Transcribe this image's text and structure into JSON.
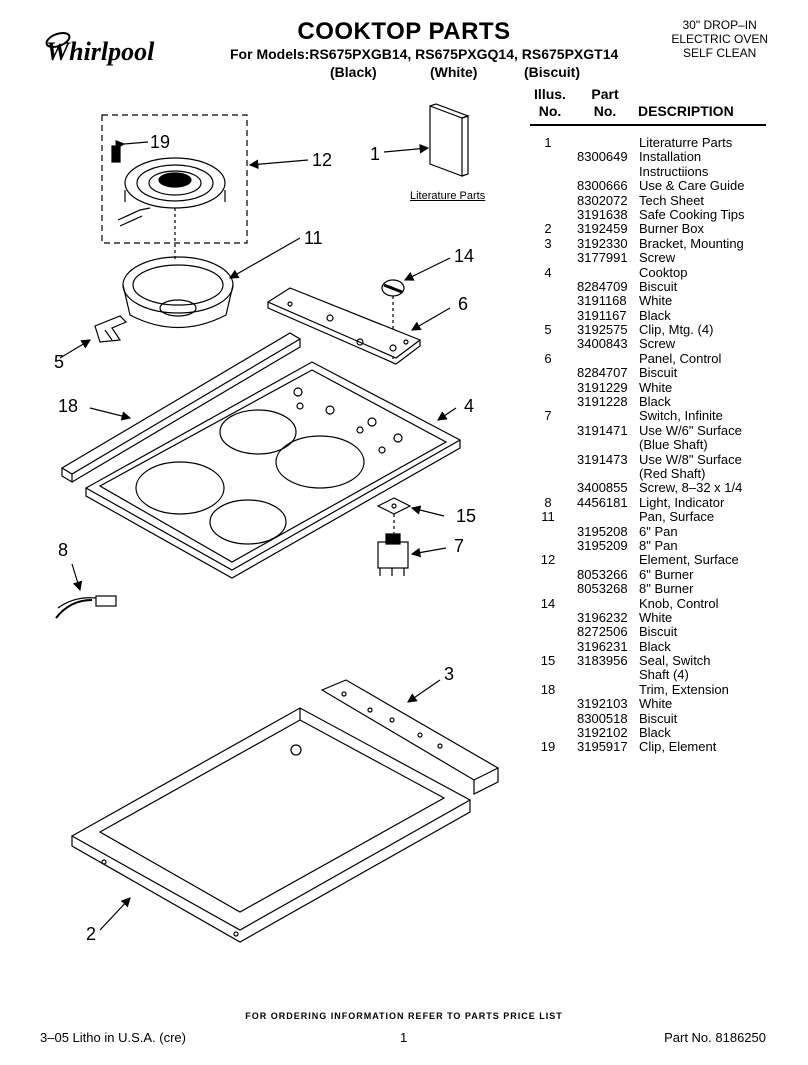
{
  "brand": "Whirlpool",
  "title": "COOKTOP PARTS",
  "models_line": "For Models:RS675PXGB14, RS675PXGQ14, RS675PXGT14",
  "colors": [
    "(Black)",
    "(White)",
    "(Biscuit)"
  ],
  "oven_type": [
    "30\" DROP–IN",
    "ELECTRIC OVEN",
    "SELF CLEAN"
  ],
  "table_headers": {
    "illus_1": "Illus.",
    "illus_2": "No.",
    "part_1": "Part",
    "part_2": "No.",
    "description": "DESCRIPTION"
  },
  "parts": [
    {
      "illus": "1",
      "part": "",
      "desc": "Literaturre Parts"
    },
    {
      "illus": "",
      "part": "8300649",
      "desc": "Installation"
    },
    {
      "illus": "",
      "part": "",
      "desc": "Instructiions"
    },
    {
      "illus": "",
      "part": "8300666",
      "desc": "Use & Care Guide"
    },
    {
      "illus": "",
      "part": "8302072",
      "desc": "Tech Sheet"
    },
    {
      "illus": "",
      "part": "3191638",
      "desc": "Safe Cooking Tips"
    },
    {
      "illus": "2",
      "part": "3192459",
      "desc": "Burner Box"
    },
    {
      "illus": "3",
      "part": "3192330",
      "desc": "Bracket, Mounting"
    },
    {
      "illus": "",
      "part": "3177991",
      "desc": "Screw"
    },
    {
      "illus": "4",
      "part": "",
      "desc": "Cooktop"
    },
    {
      "illus": "",
      "part": "8284709",
      "desc": "Biscuit"
    },
    {
      "illus": "",
      "part": "3191168",
      "desc": "White"
    },
    {
      "illus": "",
      "part": "3191167",
      "desc": "Black"
    },
    {
      "illus": "5",
      "part": "3192575",
      "desc": "Clip, Mtg. (4)"
    },
    {
      "illus": "",
      "part": "3400843",
      "desc": "Screw"
    },
    {
      "illus": "6",
      "part": "",
      "desc": "Panel, Control"
    },
    {
      "illus": "",
      "part": "8284707",
      "desc": "Biscuit"
    },
    {
      "illus": "",
      "part": "3191229",
      "desc": "White"
    },
    {
      "illus": "",
      "part": "3191228",
      "desc": "Black"
    },
    {
      "illus": "7",
      "part": "",
      "desc": "Switch, Infinite"
    },
    {
      "illus": "",
      "part": "3191471",
      "desc": "Use W/6\" Surface"
    },
    {
      "illus": "",
      "part": "",
      "desc": "(Blue Shaft)"
    },
    {
      "illus": "",
      "part": "3191473",
      "desc": "Use W/8\" Surface"
    },
    {
      "illus": "",
      "part": "",
      "desc": "(Red Shaft)"
    },
    {
      "illus": "",
      "part": "3400855",
      "desc": "Screw, 8–32 x 1/4"
    },
    {
      "illus": "8",
      "part": "4456181",
      "desc": "Light, Indicator"
    },
    {
      "illus": "11",
      "part": "",
      "desc": "Pan, Surface"
    },
    {
      "illus": "",
      "part": "3195208",
      "desc": "6\" Pan"
    },
    {
      "illus": "",
      "part": "3195209",
      "desc": "8\" Pan"
    },
    {
      "illus": "12",
      "part": "",
      "desc": "Element, Surface"
    },
    {
      "illus": "",
      "part": "8053266",
      "desc": "6\" Burner"
    },
    {
      "illus": "",
      "part": "8053268",
      "desc": "8\" Burner"
    },
    {
      "illus": "14",
      "part": "",
      "desc": "Knob, Control"
    },
    {
      "illus": "",
      "part": "3196232",
      "desc": "White"
    },
    {
      "illus": "",
      "part": "8272506",
      "desc": "Biscuit"
    },
    {
      "illus": "",
      "part": "3196231",
      "desc": "Black"
    },
    {
      "illus": "15",
      "part": "3183956",
      "desc": "Seal, Switch"
    },
    {
      "illus": "",
      "part": "",
      "desc": "Shaft (4)"
    },
    {
      "illus": "18",
      "part": "",
      "desc": "Trim, Extension"
    },
    {
      "illus": "",
      "part": "3192103",
      "desc": "White"
    },
    {
      "illus": "",
      "part": "8300518",
      "desc": "Biscuit"
    },
    {
      "illus": "",
      "part": "3192102",
      "desc": "Black"
    },
    {
      "illus": "19",
      "part": "3195917",
      "desc": "Clip, Element"
    }
  ],
  "diagram": {
    "literature_label": "Literature Parts",
    "callouts": {
      "c1": "1",
      "c2": "2",
      "c3": "3",
      "c4": "4",
      "c5": "5",
      "c6": "6",
      "c7": "7",
      "c8": "8",
      "c11": "11",
      "c12": "12",
      "c14": "14",
      "c15": "15",
      "c18": "18",
      "c19": "19"
    }
  },
  "footer": {
    "note": "FOR ORDERING INFORMATION REFER TO PARTS PRICE LIST",
    "left": "3–05 Litho in U.S.A. (cre)",
    "page": "1",
    "right": "Part No. 8186250"
  }
}
